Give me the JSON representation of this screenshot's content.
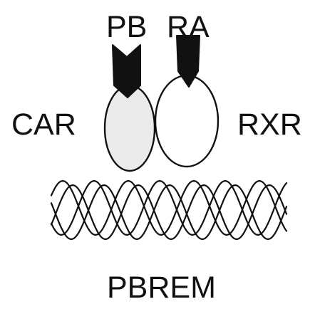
{
  "labels": {
    "ligand_left": "PB",
    "ligand_right": "RA",
    "receptor_left": "CAR",
    "receptor_right": "RXR",
    "dna": "PBREM"
  },
  "colors": {
    "ink": "#111111",
    "receptor_left_fill": "#ebebeb",
    "receptor_right_fill": "#ffffff",
    "background": "#ffffff"
  }
}
